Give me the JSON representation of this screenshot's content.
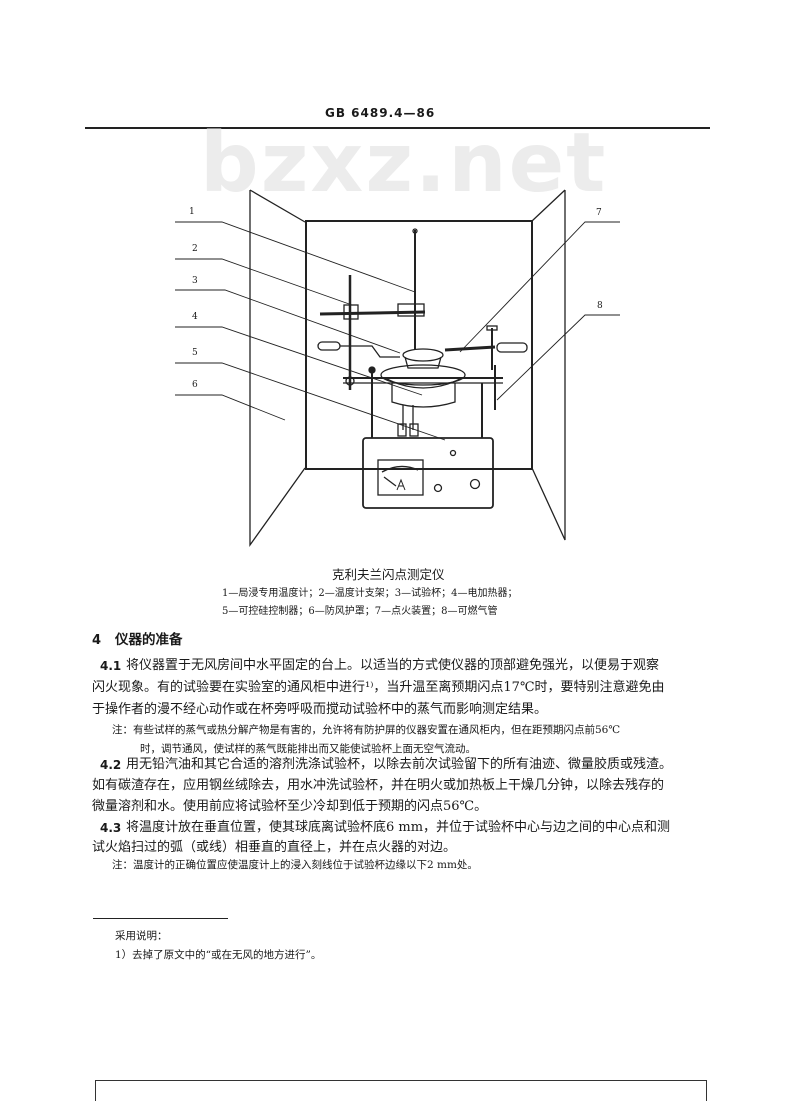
{
  "header": {
    "standard_number": "GB 6489.4—86"
  },
  "watermark": "bzxz.net",
  "figure": {
    "callouts": [
      "1",
      "2",
      "3",
      "4",
      "5",
      "6",
      "7",
      "8"
    ],
    "caption": "克利夫兰闪点测定仪",
    "legend_line1": "1—局浸专用温度计；2—温度计支架；3—试验杯；4—电加热器；",
    "legend_line2": "5—可控硅控制器；6—防风护罩；7—点火装置；8—可燃气管"
  },
  "section": {
    "number": "4",
    "title": "仪器的准备",
    "clauses": [
      {
        "number": "4.1",
        "lines": [
          "将仪器置于无风房间中水平固定的台上。以适当的方式使仪器的顶部避免强光，以便易于观察",
          "闪火现象。有的试验要在实验室的通风柜中进行¹⁾，当升温至离预期闪点17℃时，要特别注意避免由",
          "于操作者的漫不经心动作或在杯旁呼吸而搅动试验杯中的蒸气而影响测定结果。"
        ],
        "note": [
          "注：有些试样的蒸气或热分解产物是有害的，允许将有防护屏的仪器安置在通风柜内，但在距预期闪点前56℃",
          "时，调节通风，使试样的蒸气既能排出而又能使试验杯上面无空气流动。"
        ]
      },
      {
        "number": "4.2",
        "lines": [
          "用无铅汽油和其它合适的溶剂洗涤试验杯，以除去前次试验留下的所有油迹、微量胶质或残渣。",
          "如有碳渣存在，应用钢丝绒除去，用水冲洗试验杯，并在明火或加热板上干燥几分钟，以除去残存的",
          "微量溶剂和水。使用前应将试验杯至少冷却到低于预期的闪点56℃。"
        ]
      },
      {
        "number": "4.3",
        "lines": [
          "将温度计放在垂直位置，使其球底离试验杯底6 mm，并位于试验杯中心与边之间的中心点和测",
          "试火焰扫过的弧（或线）相垂直的直径上，并在点火器的对边。"
        ],
        "note": [
          "注：温度计的正确位置应使温度计上的浸入刻线位于试验杯边缘以下2 mm处。"
        ]
      }
    ]
  },
  "footnote": {
    "heading": "采用说明：",
    "items": [
      "1）去掉了原文中的“或在无风的地方进行”。"
    ]
  }
}
